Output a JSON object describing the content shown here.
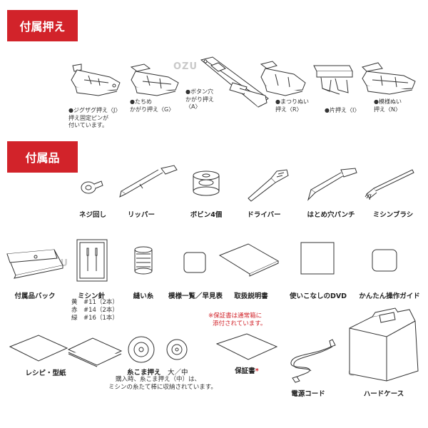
{
  "sections": {
    "feet_title": "付属押え",
    "accessories_title": "付属品"
  },
  "watermark": "OZU",
  "colors": {
    "accent": "#d2232a",
    "line": "#333333"
  },
  "presser_feet": [
    {
      "name": "zigzag",
      "lines": [
        "●ジグザグ押え〈J〉",
        "押え固定ピンが",
        "付いています。"
      ]
    },
    {
      "name": "blind-hem",
      "lines": [
        "●たちめ",
        "かがり押え〈G〉"
      ]
    },
    {
      "name": "buttonhole",
      "lines": [
        "●ボタン穴",
        "かがり押え",
        "〈A〉"
      ]
    },
    {
      "name": "rolled-hem",
      "lines": [
        "●まつりぬい",
        "押え〈R〉"
      ]
    },
    {
      "name": "zipper",
      "lines": [
        "●片押え〈I〉"
      ]
    },
    {
      "name": "satin",
      "lines": [
        "●模様ぬい",
        "押え〈N〉"
      ]
    }
  ],
  "accessories_row1": [
    {
      "name": "screwdriver-disc",
      "label": "ネジ回し"
    },
    {
      "name": "seam-ripper",
      "label": "リッパー"
    },
    {
      "name": "bobbins",
      "label": "ボビン4個"
    },
    {
      "name": "screwdriver",
      "label": "ドライバー"
    },
    {
      "name": "eyelet-punch",
      "label": "はとめ穴パンチ"
    },
    {
      "name": "brush",
      "label": "ミシンブラシ"
    }
  ],
  "accessories_row2": [
    {
      "name": "accessory-bag",
      "label": "付属品バック"
    },
    {
      "name": "needles",
      "label": "ミシン針"
    },
    {
      "name": "thread",
      "label": "縫い糸"
    },
    {
      "name": "pattern-chart",
      "label": "模様一覧／早見表"
    },
    {
      "name": "manual",
      "label": "取扱説明書"
    },
    {
      "name": "dvd",
      "label": "使いこなしのDVD"
    },
    {
      "name": "quick-guide",
      "label": "かんたん操作ガイド"
    }
  ],
  "needle_specs": [
    {
      "color": "黄",
      "size": "#11（2本）"
    },
    {
      "color": "赤",
      "size": "#14（2本）"
    },
    {
      "color": "緑",
      "size": "#16（1本）"
    }
  ],
  "warranty_note": [
    "※保証書は通常箱に",
    "添付されています。"
  ],
  "row3": {
    "recipe": "レシピ・型紙",
    "spool_cap": "糸こま押え",
    "spool_sizes": "大／中",
    "spool_note": [
      "購入時、糸こま押え（中）は、",
      "ミシンの糸たて棒に収納されています。"
    ],
    "warranty": "保証書",
    "warranty_mark": "*",
    "power_cord": "電源コード",
    "hard_case": "ハードケース"
  }
}
